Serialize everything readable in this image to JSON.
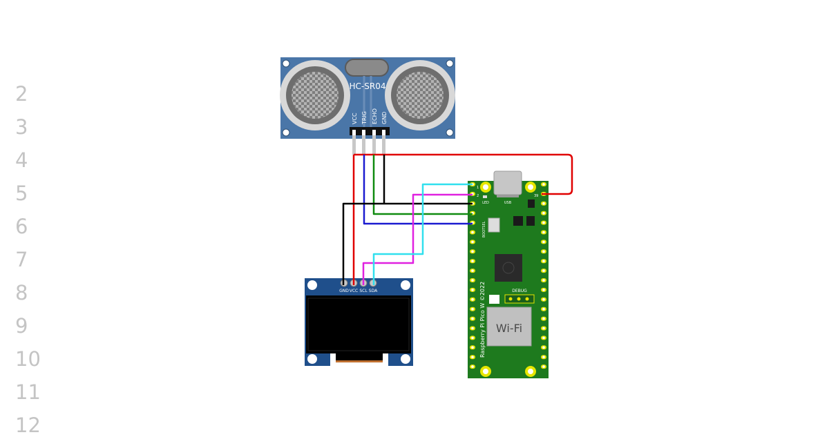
{
  "editor": {
    "line_numbers": [
      "2",
      "3",
      "4",
      "5",
      "6",
      "7",
      "8",
      "9",
      "10",
      "11",
      "12"
    ]
  },
  "diagram": {
    "ultrasonic": {
      "label": "HC-SR04",
      "pins": [
        "VCC",
        "TRIG",
        "ECHO",
        "GND"
      ],
      "board_color": "#4a76a8"
    },
    "oled": {
      "pins": [
        "GND",
        "VCC",
        "SCL",
        "SDA"
      ],
      "board_color": "#1f4f8b"
    },
    "pico": {
      "label": "Raspberry Pi Pico W ©2022",
      "usb_label": "USB",
      "led_label": "LED",
      "bootsel_label": "BOOTSEL",
      "debug_label": "DEBUG",
      "wifi_label": "Wi-Fi",
      "pin1_label": "1",
      "pin2_label": "2",
      "pin39_label": "39",
      "board_color": "#1e7a1e"
    },
    "wire_colors": {
      "vcc": "#e00000",
      "trig": "#1a1ad0",
      "echo": "#0f8a0f",
      "gnd": "#000000",
      "scl": "#e020e0",
      "sda": "#30e0ee"
    }
  }
}
